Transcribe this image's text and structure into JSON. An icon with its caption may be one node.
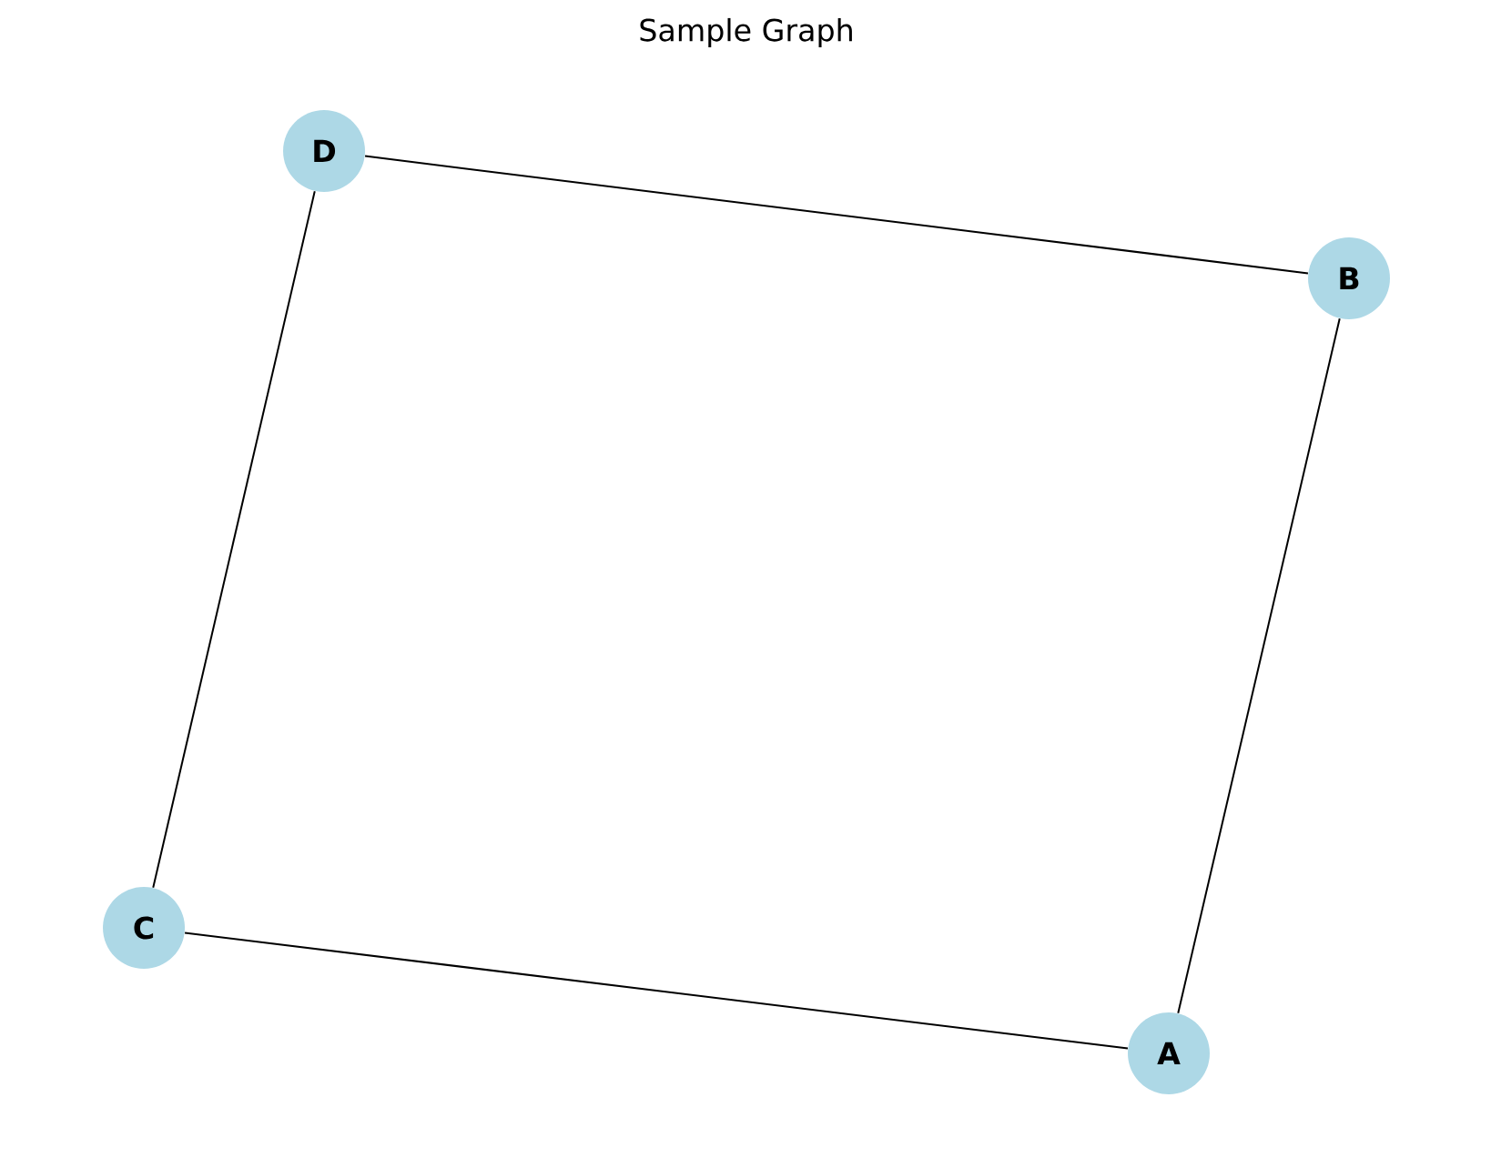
{
  "diagram": {
    "title": "Sample Graph",
    "nodes": [
      {
        "text": [
          "A"
        ]
      },
      {
        "text": [
          "B"
        ]
      },
      {
        "text": [
          "C"
        ]
      },
      {
        "text": [
          "D"
        ]
      }
    ],
    "edges": [
      {
        "from": 0,
        "to": 1,
        "arrow": "none"
      },
      {
        "from": 0,
        "to": 2,
        "arrow": "none"
      },
      {
        "from": 1,
        "to": 3,
        "arrow": "none"
      },
      {
        "from": 2,
        "to": 3,
        "arrow": "none"
      }
    ]
  }
}
